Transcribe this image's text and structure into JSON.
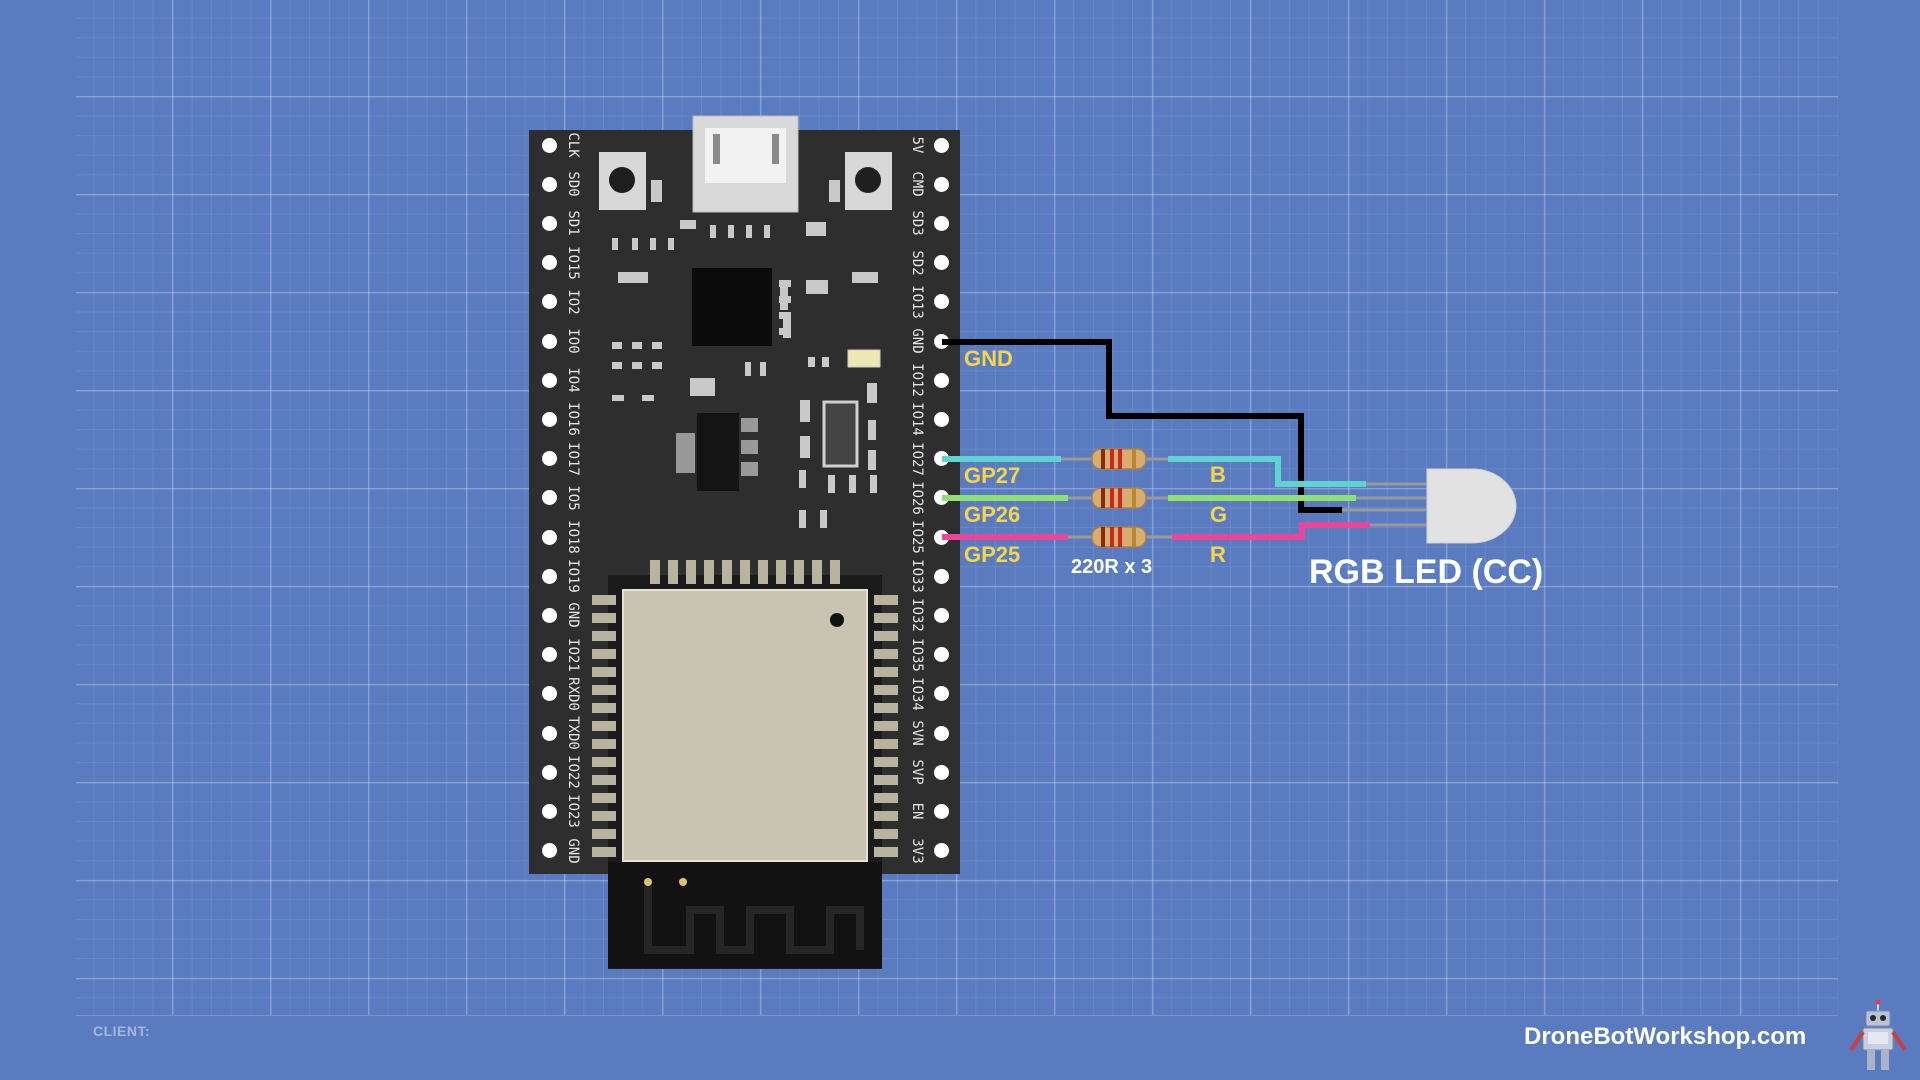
{
  "board": {
    "left_pins": [
      "CLK",
      "SD0",
      "SD1",
      "IO15",
      "IO2",
      "IO0",
      "IO4",
      "IO16",
      "IO17",
      "IO5",
      "IO18",
      "IO19",
      "GND",
      "IO21",
      "RXD0",
      "TXD0",
      "IO22",
      "IO23",
      "GND"
    ],
    "right_pins": [
      "5V",
      "CMD",
      "SD3",
      "SD2",
      "IO13",
      "GND",
      "IO12",
      "IO14",
      "IO27",
      "IO26",
      "IO25",
      "IO33",
      "IO32",
      "IO35",
      "IO34",
      "SVN",
      "SVP",
      "EN",
      "3V3"
    ]
  },
  "connections": {
    "gnd": "GND",
    "gp27": "GP27",
    "gp26": "GP26",
    "gp25": "GP25"
  },
  "resistors": {
    "label": "220R x 3"
  },
  "led": {
    "label": "RGB LED (CC)",
    "pins": {
      "b": "B",
      "g": "G",
      "r": "R"
    }
  },
  "footer": {
    "client_label": "CLIENT:",
    "brand": "DroneBotWorkshop.com"
  },
  "colors": {
    "background": "#5a7bc0",
    "board": "#2e2e2e",
    "wire_gnd": "#000000",
    "wire_blue": "#5fd3d0",
    "wire_green": "#8fe070",
    "wire_red": "#e8489a",
    "label_yellow": "#f5d64a"
  }
}
